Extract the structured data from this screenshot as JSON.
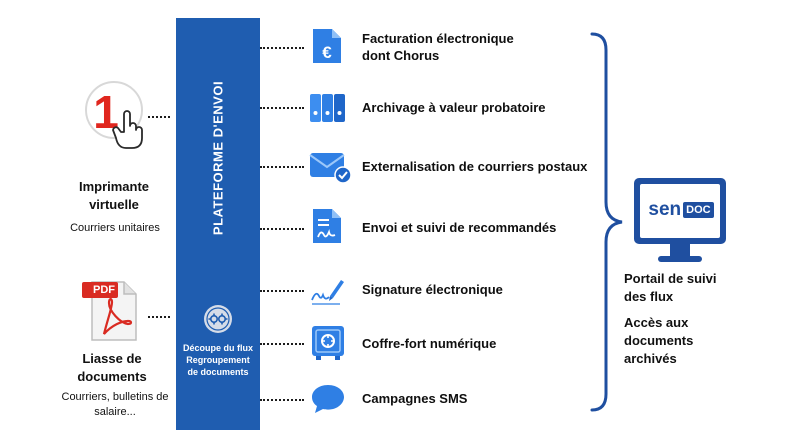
{
  "left": {
    "printer": {
      "title": "Imprimante virtuelle",
      "subtitle": "Courriers unitaires",
      "badge_number": "1"
    },
    "pdf": {
      "badge": "PDF",
      "title": "Liasse de documents",
      "subtitle": "Courriers, bulletins de salaire..."
    }
  },
  "platform": {
    "title": "PLATEFORME D'ENVOI",
    "process_lines": [
      "Découpe du flux",
      "Regroupement",
      "de documents"
    ]
  },
  "services": [
    {
      "label_lines": [
        "Facturation électronique",
        "dont Chorus"
      ],
      "icon": "euro-document-icon"
    },
    {
      "label_lines": [
        "Archivage à valeur probatoire"
      ],
      "icon": "archive-binders-icon"
    },
    {
      "label_lines": [
        "Externalisation de courriers postaux"
      ],
      "icon": "envelope-check-icon"
    },
    {
      "label_lines": [
        "Envoi et suivi de recommandés"
      ],
      "icon": "signed-document-icon"
    },
    {
      "label_lines": [
        "Signature électronique"
      ],
      "icon": "pen-signature-icon"
    },
    {
      "label_lines": [
        "Coffre-fort numérique"
      ],
      "icon": "safe-icon"
    },
    {
      "label_lines": [
        "Campagnes SMS"
      ],
      "icon": "chat-bubble-icon"
    }
  ],
  "portal": {
    "logo_left": "sen",
    "logo_right": "DOC",
    "title": "Portail de suivi des flux",
    "subtitle": "Accès aux documents archivés"
  },
  "colors": {
    "brand_blue": "#1f5db0",
    "icon_blue": "#2f7fe4",
    "pdf_red": "#d92b22"
  }
}
